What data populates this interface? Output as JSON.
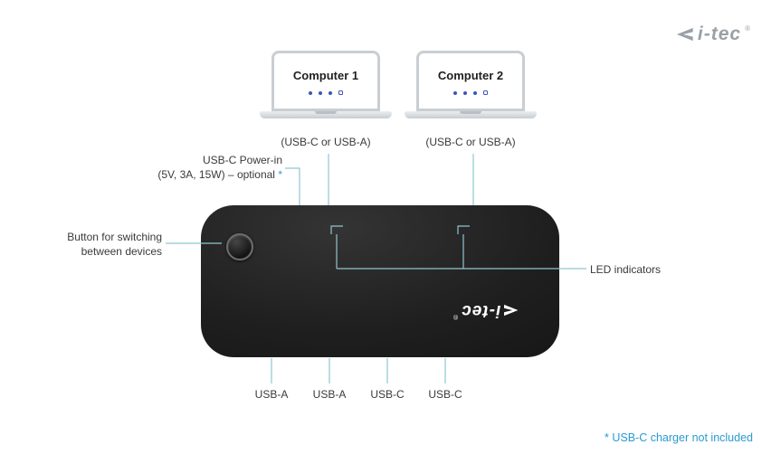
{
  "colors": {
    "accent": "#2b9ad3",
    "line": "#8fc6d0",
    "brand_grey": "#9aa0a6",
    "text": "#3a3a3a",
    "laptop_dot": "#3d55b8"
  },
  "header": {
    "logo_text": "i-tec",
    "reg": "®"
  },
  "computers": [
    {
      "label": "Computer 1",
      "connector": "(USB-C or USB-A)"
    },
    {
      "label": "Computer 2",
      "connector": "(USB-C or USB-A)"
    }
  ],
  "device": {
    "logo_text": "i-tec",
    "reg": "®"
  },
  "labels": {
    "power_line1": "USB-C Power-in",
    "power_line2": "(5V, 3A, 15W) – optional",
    "power_asterisk": "*",
    "button_line1": "Button for switching",
    "button_line2": "between devices",
    "led": "LED indicators",
    "footnote": "* USB-C charger not included"
  },
  "ports": [
    "USB-A",
    "USB-A",
    "USB-C",
    "USB-C"
  ]
}
